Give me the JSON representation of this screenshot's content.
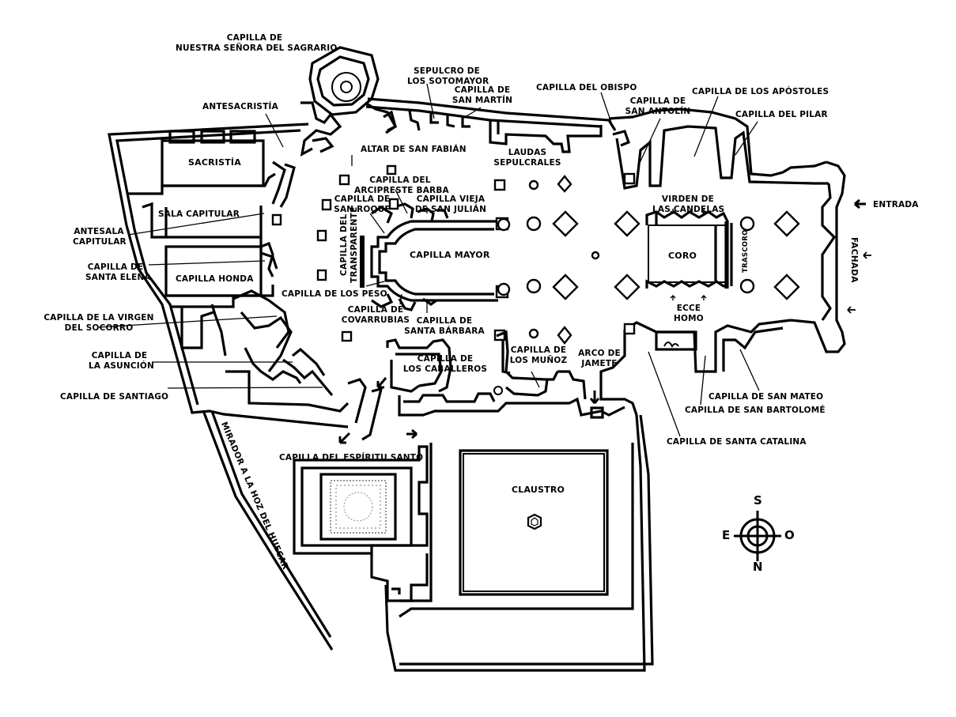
{
  "labels": {
    "sagrario": "CAPILLA DE\nNUESTRA SEÑORA DEL SAGRARIO",
    "antesacristia": "ANTESACRISTÍA",
    "sacristia": "SACRISTÍA",
    "sala_capitular": "SALA CAPITULAR",
    "antesala_capitular": "ANTESALA\nCAPITULAR",
    "santa_elena": "CAPILLA DE\nSANTA ELENA",
    "capilla_honda": "CAPILLA HONDA",
    "virgen_socorro": "CAPILLA DE LA VIRGEN\nDEL SOCORRO",
    "asuncion": "CAPILLA DE\nLA ASUNCIÓN",
    "santiago": "CAPILLA DE SANTIAGO",
    "sotomayor": "SEPULCRO DE\nLOS SOTOMAYOR",
    "san_martin": "CAPILLA DE\nSAN MARTÍN",
    "obispo": "CAPILLA DEL OBISPO",
    "san_antolin": "CAPILLA DE\nSAN ANTOLÍN",
    "apostoles": "CAPILLA DE LOS APÓSTOLES",
    "pilar": "CAPILLA DEL PILAR",
    "san_fabian": "ALTAR DE SAN FABIÁN",
    "laudas": "LAUDAS\nSEPULCRALES",
    "arcipreste": "CAPILLA DEL\nARCIPRESTE BARBA",
    "san_roque": "CAPILLA DE\nSAN ROQUE",
    "san_julian": "CAPILLA VIEJA\nDE SAN JULIÁN",
    "virgen_candelas": "VIRDEN DE\nLAS CANDELAS",
    "entrada": "ENTRADA",
    "transparente": "CAPILLA DEL\nTRANSPARENTE",
    "capilla_mayor": "CAPILLA MAYOR",
    "coro": "CORO",
    "trascoro": "TRASCORO",
    "fachada": "FACHADA",
    "los_peso": "CAPILLA DE LOS PESO",
    "covarrubias": "CAPILLA DE\nCOVARRUBIAS",
    "santa_barbara": "CAPILLA DE\nSANTA BÁRBARA",
    "ecce_homo": "ECCE\nHOMO",
    "caballeros": "CAPILLA DE\nLOS CABALLEROS",
    "munoz": "CAPILLA DE\nLOS MUÑOZ",
    "jamete": "ARCO DE\nJAMETE",
    "san_mateo": "CAPILLA DE SAN MATEO",
    "san_bartolome": "CAPILLA DE SAN BARTOLOMÉ",
    "santa_catalina": "CAPILLA DE SANTA CATALINA",
    "espiritu_santo": "CAPILLA DEL ESPÍRITU SANTO",
    "claustro": "CLAUSTRO",
    "mirador": "MIRADOR A LA HOZ DEL HUECAR"
  },
  "compass": {
    "top": "S",
    "bottom": "N",
    "left": "E",
    "right": "O"
  },
  "colors": {
    "ink": "#000000",
    "paper": "#ffffff"
  }
}
